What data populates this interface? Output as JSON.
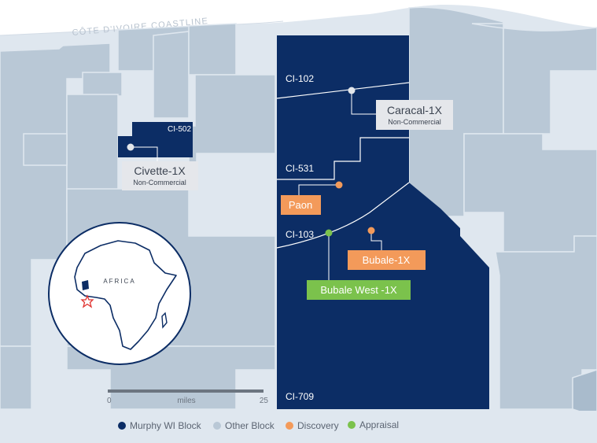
{
  "map": {
    "coastline_label": "CÔTE D'IVOIRE COASTLINE",
    "blocks": {
      "ci102": "CI-102",
      "ci502": "CI-502",
      "ci531": "CI-531",
      "ci103": "CI-103",
      "ci709": "CI-709"
    },
    "wells": {
      "caracal": {
        "name": "Caracal-1X",
        "status": "Non-Commercial"
      },
      "civette": {
        "name": "Civette-1X",
        "status": "Non-Commercial"
      },
      "paon": {
        "name": "Paon"
      },
      "bubale": {
        "name": "Bubale-1X"
      },
      "bubale_west": {
        "name": "Bubale West -1X"
      }
    },
    "inset": {
      "label": "AFRICA"
    },
    "scale": {
      "start": "0",
      "unit": "miles",
      "end": "25"
    }
  },
  "legend": [
    {
      "label": "Murphy WI Block",
      "color": "#0c2d65"
    },
    {
      "label": "Other Block",
      "color": "#b9c8d6"
    },
    {
      "label": "Discovery",
      "color": "#f39a5a"
    },
    {
      "label": "Appraisal",
      "color": "#7bc24c"
    }
  ],
  "colors": {
    "murphy_block": "#0c2d65",
    "other_block": "#b9c8d6",
    "discovery": "#f39a5a",
    "appraisal": "#7bc24c",
    "land": "#ffffff",
    "sea": "#dfe7ef"
  }
}
